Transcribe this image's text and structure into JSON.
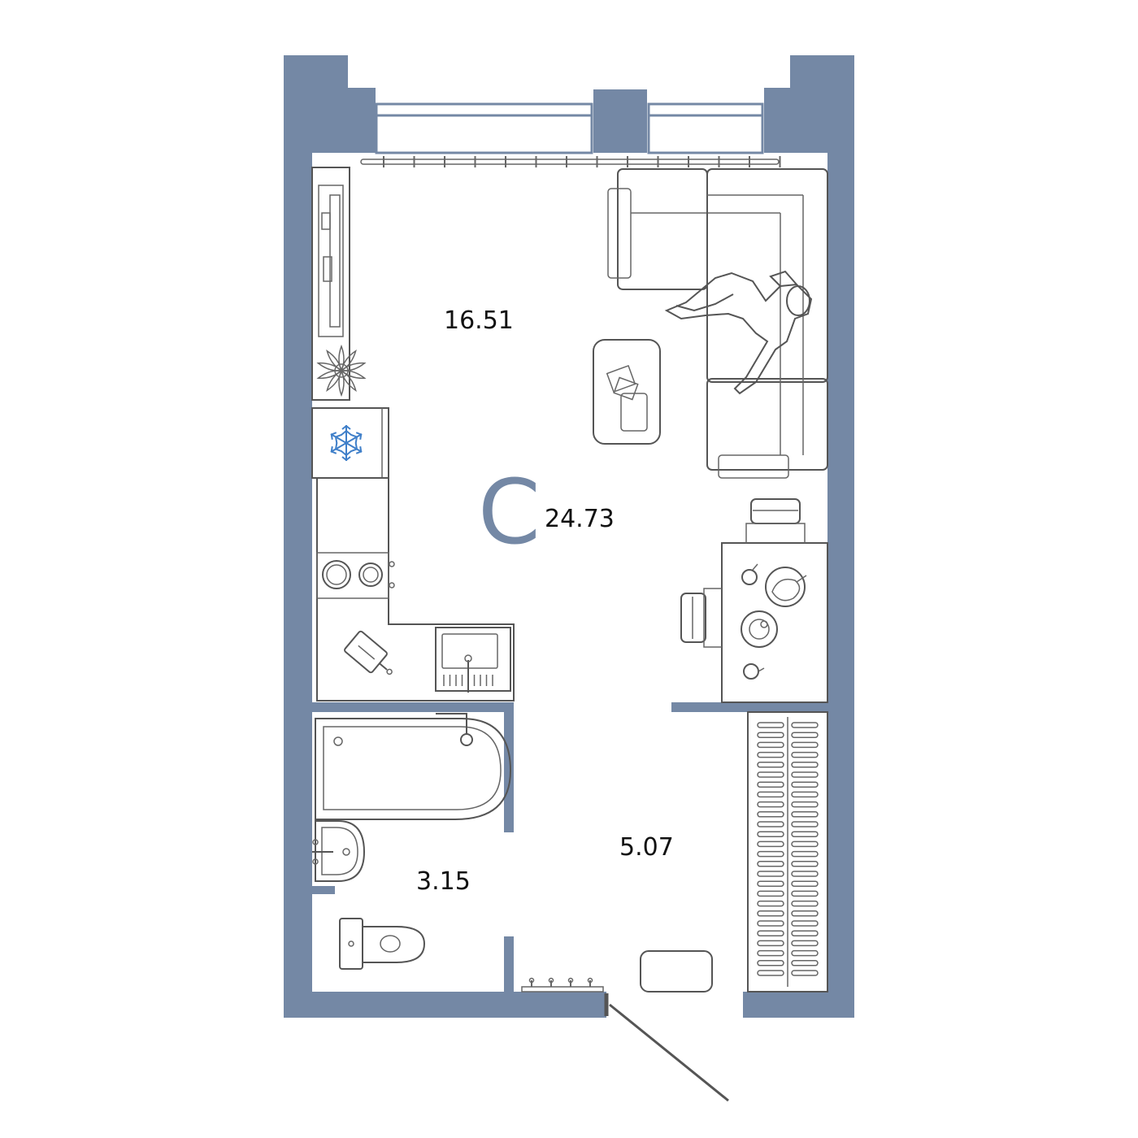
{
  "plan": {
    "apartment_type": "С",
    "total_area": "24.73",
    "rooms": [
      {
        "id": "living-kitchen",
        "area": "16.51"
      },
      {
        "id": "hallway",
        "area": "5.07"
      },
      {
        "id": "bathroom",
        "area": "3.15"
      }
    ]
  },
  "colors": {
    "wall": "#7488a5",
    "line": "#555555",
    "accent": "#3f7fc9",
    "text": "#111111"
  },
  "icons": {
    "fridge": "snowflake-icon",
    "plant": "plant-icon"
  }
}
